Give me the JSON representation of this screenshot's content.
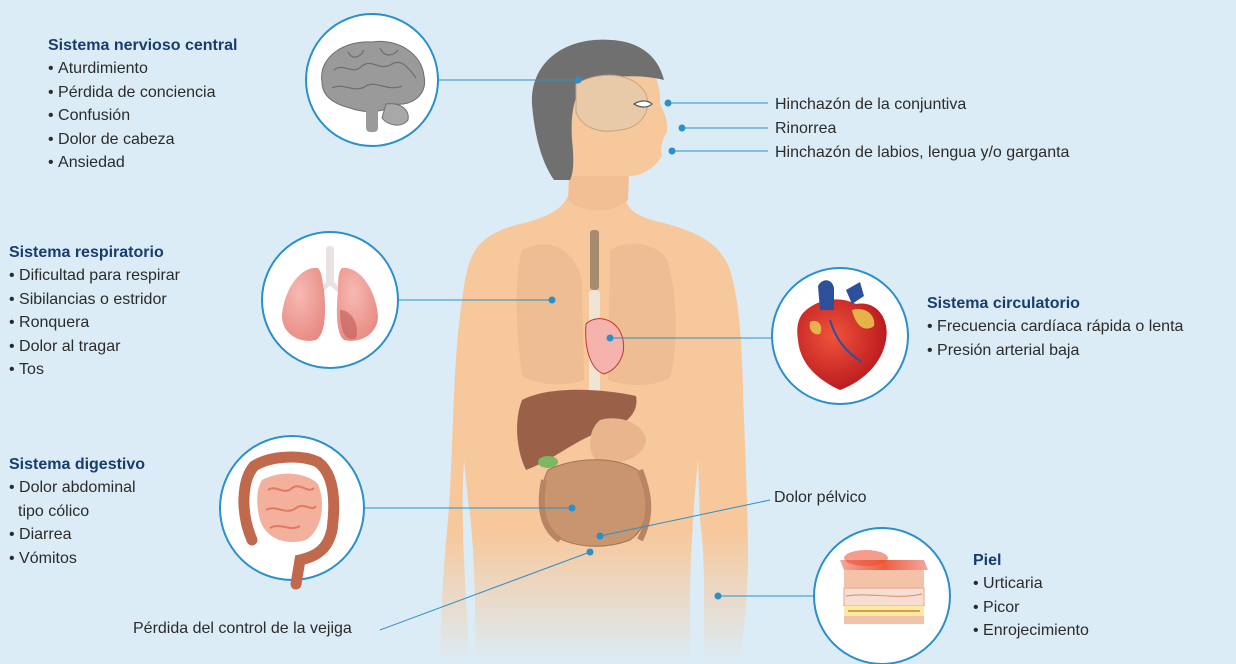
{
  "colors": {
    "background": "#dcecf6",
    "heading": "#173d6e",
    "leader_line": "#2b8fc9",
    "skin": "#f5c9a0"
  },
  "groups": {
    "cns": {
      "title": "Sistema nervioso central",
      "items": [
        "Aturdimiento",
        "Pérdida de conciencia",
        "Confusión",
        "Dolor de cabeza",
        "Ansiedad"
      ],
      "icon": "brain-icon"
    },
    "respiratory": {
      "title": "Sistema respiratorio",
      "items": [
        "Dificultad para respirar",
        "Sibilancias o estridor",
        "Ronquera",
        "Dolor al tragar",
        "Tos"
      ],
      "icon": "lungs-icon"
    },
    "digestive": {
      "title": "Sistema digestivo",
      "items": [
        "Dolor abdominal",
        "tipo cólico",
        "Diarrea",
        "Vómitos"
      ],
      "icon": "intestines-icon"
    },
    "circulatory": {
      "title": "Sistema circulatorio",
      "items": [
        "Frecuencia cardíaca rápida o lenta",
        "Presión arterial baja"
      ],
      "icon": "heart-icon"
    },
    "skin": {
      "title": "Piel",
      "items": [
        "Urticaria",
        "Picor",
        "Enrojecimiento"
      ],
      "icon": "skin-layers-icon"
    }
  },
  "callouts": {
    "conjunctiva": "Hinchazón de la conjuntiva",
    "rhinorrhea": "Rinorrea",
    "lips": "Hinchazón de labios, lengua y/o garganta",
    "pelvic": "Dolor pélvico",
    "bladder": "Pérdida del control de la vejiga"
  }
}
